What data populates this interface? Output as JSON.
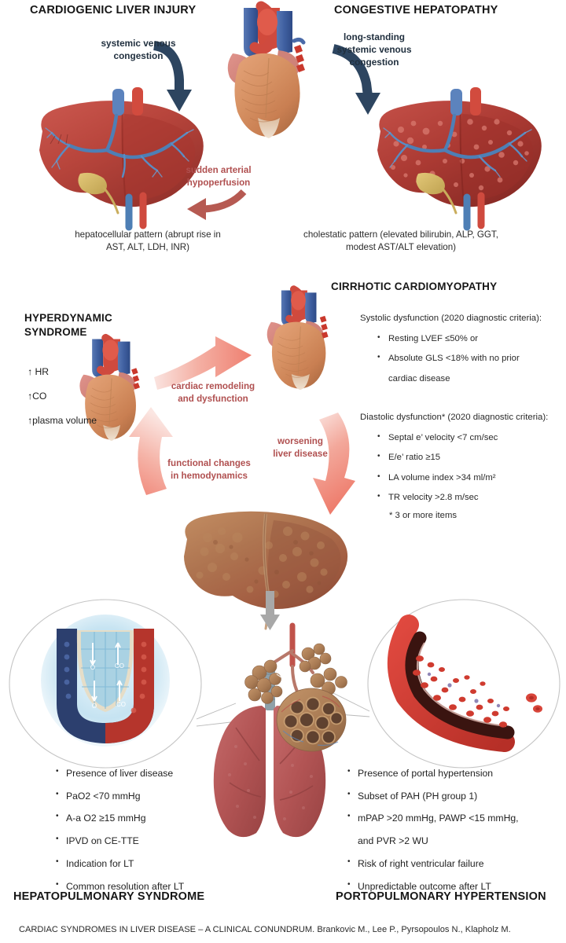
{
  "top": {
    "left_title": "CARDIOGENIC LIVER INJURY",
    "right_title": "CONGESTIVE HEPATOPATHY",
    "left_arrow_label": "systemic venous\ncongestion",
    "left_arrow_label_line1": "systemic venous",
    "left_arrow_label_line2": "congestion",
    "right_arrow_label_line1": "long-standing",
    "right_arrow_label_line2": "systemic venous",
    "right_arrow_label_line3": "congestion",
    "red_arrow_label_line1": "sudden arterial",
    "red_arrow_label_line2": "hypoperfusion",
    "left_caption_line1": "hepatocellular pattern (abrupt rise in",
    "left_caption_line2": "AST, ALT, LDH, INR)",
    "right_caption_line1": "cholestatic pattern (elevated bilirubin, ALP, GGT,",
    "right_caption_line2": "modest AST/ALT elevation)"
  },
  "middle": {
    "hyperdynamic_title_line1": "HYPERDYNAMIC",
    "hyperdynamic_title_line2": "SYNDROME",
    "hyperdynamic_items": [
      "↑ HR",
      "↑CO",
      "↑plasma volume"
    ],
    "cirrhotic_title": "CIRRHOTIC CARDIOMYOPATHY",
    "systolic_head": "Systolic dysfunction (2020 diagnostic criteria):",
    "systolic_items": [
      {
        "text": "Resting LVEF ≤50% or",
        "continuation": false
      },
      {
        "text": "Absolute GLS <18% with no prior",
        "continuation": false
      },
      {
        "text": "cardiac disease",
        "continuation": true
      }
    ],
    "diastolic_head": "Diastolic dysfunction* (2020 diagnostic criteria):",
    "diastolic_items": [
      {
        "text": "Septal e’ velocity <7 cm/sec",
        "continuation": false
      },
      {
        "text": "E/e’ ratio ≥15",
        "continuation": false
      },
      {
        "text": "LA volume index >34 ml/m²",
        "continuation": false
      },
      {
        "text": "TR velocity >2.8 m/sec",
        "continuation": false
      }
    ],
    "diastolic_note": "* 3 or more items",
    "arrow_remodeling_line1": "cardiac remodeling",
    "arrow_remodeling_line2": "and dysfunction",
    "arrow_worsening_line1": "worsening",
    "arrow_worsening_line2": "liver disease",
    "arrow_functional_line1": "functional changes",
    "arrow_functional_line2": "in hemodynamics"
  },
  "bottom": {
    "left_title": "HEPATOPULMONARY SYNDROME",
    "right_title": "PORTOPULMONARY HYPERTENSION",
    "left_items": [
      {
        "text": "Presence of liver disease",
        "continuation": false
      },
      {
        "text": "PaO2 <70 mmHg",
        "continuation": false
      },
      {
        "text": "A-a O2 ≥15 mmHg",
        "continuation": false
      },
      {
        "text": "IPVD on CE-TTE",
        "continuation": false
      },
      {
        "text": "Indication for LT",
        "continuation": false
      },
      {
        "text": "Common resolution after LT",
        "continuation": false
      }
    ],
    "right_items": [
      {
        "text": "Presence of portal hypertension",
        "continuation": false
      },
      {
        "text": "Subset of PAH (PH group 1)",
        "continuation": false
      },
      {
        "text": "mPAP >20 mmHg, PAWP <15 mmHg,",
        "continuation": false
      },
      {
        "text": "and PVR >2 WU",
        "continuation": true
      },
      {
        "text": "Risk of right ventricular failure",
        "continuation": false
      },
      {
        "text": "Unpredictable outcome after LT",
        "continuation": false
      }
    ],
    "alveolus_labels": [
      "O₂",
      "CO₂",
      "O₂",
      "CO₂"
    ]
  },
  "footer": {
    "citation": "CARDIAC SYNDROMES IN LIVER DISEASE – A CLINICAL CONUNDRUM. Brankovic M., Lee P., Pyrsopoulos N., Klapholz M."
  },
  "colors": {
    "dark_arrow": "#2d4560",
    "red_arrow": "#b65a52",
    "pink_arrow_light": "#f8d6d0",
    "pink_arrow_dark": "#ef8172",
    "gray_arrow": "#a8a8a8",
    "label_red": "#b05050",
    "label_dark": "#21303f",
    "heading": "#161616"
  }
}
